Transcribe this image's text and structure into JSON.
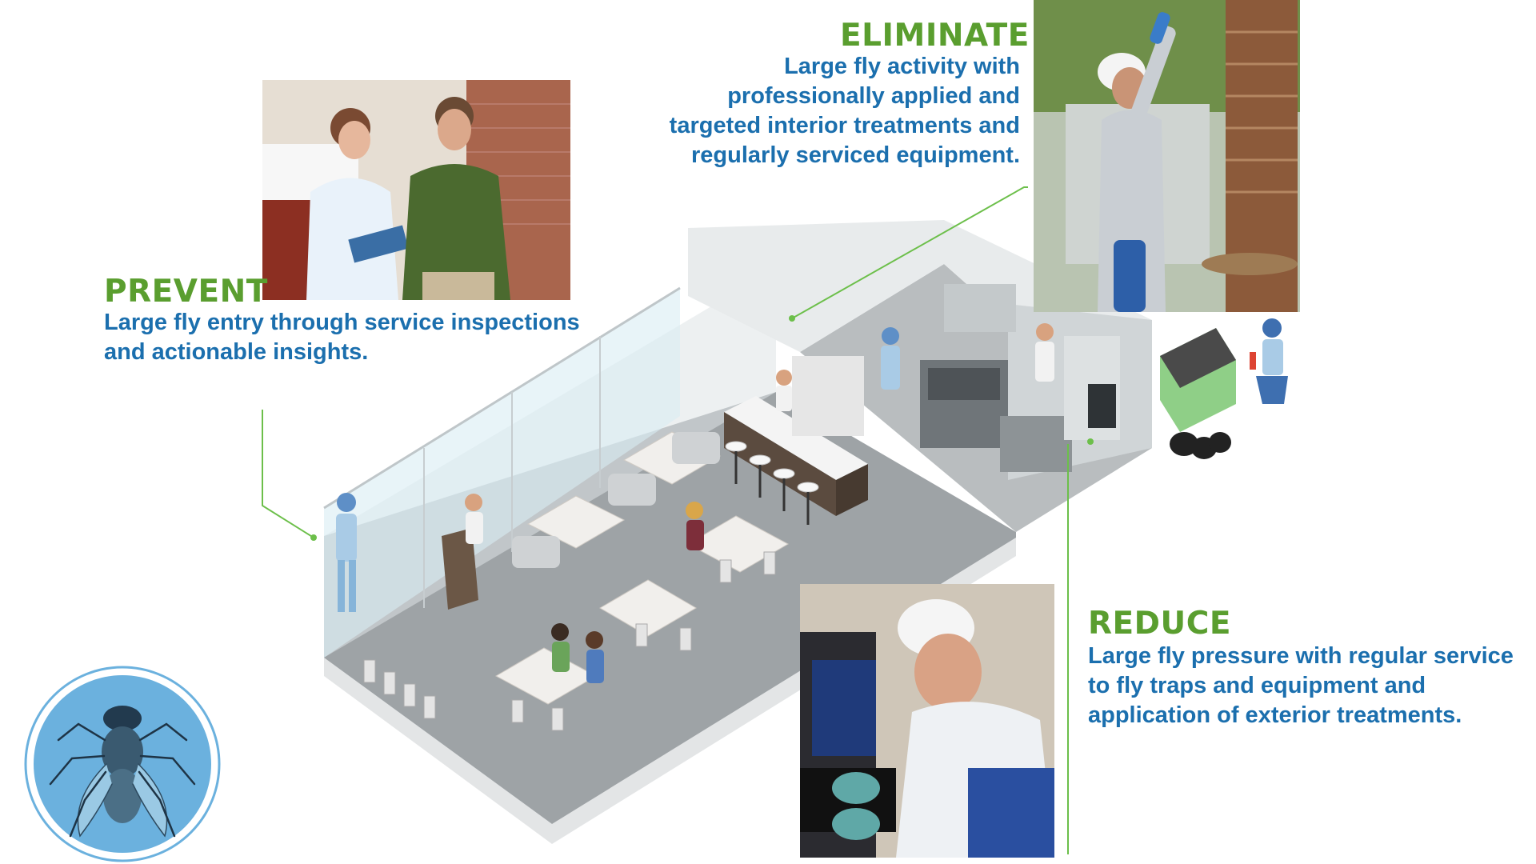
{
  "sections": {
    "prevent": {
      "heading": "PREVENT",
      "body": "Large fly entry through service inspections and actionable insights."
    },
    "eliminate": {
      "heading": "ELIMINATE",
      "body": "Large fly activity with professionally applied and targeted interior treatments and regularly serviced equipment."
    },
    "reduce": {
      "heading": "REDUCE",
      "body": "Large fly pressure with regular service to fly traps and equipment and application of exterior treatments."
    }
  },
  "colors": {
    "heading": "#5a9e2f",
    "body": "#1b6fae",
    "leader_line": "#6cbf4a",
    "fly_badge": "#6bb1de"
  },
  "icons": [
    "fly-icon"
  ]
}
